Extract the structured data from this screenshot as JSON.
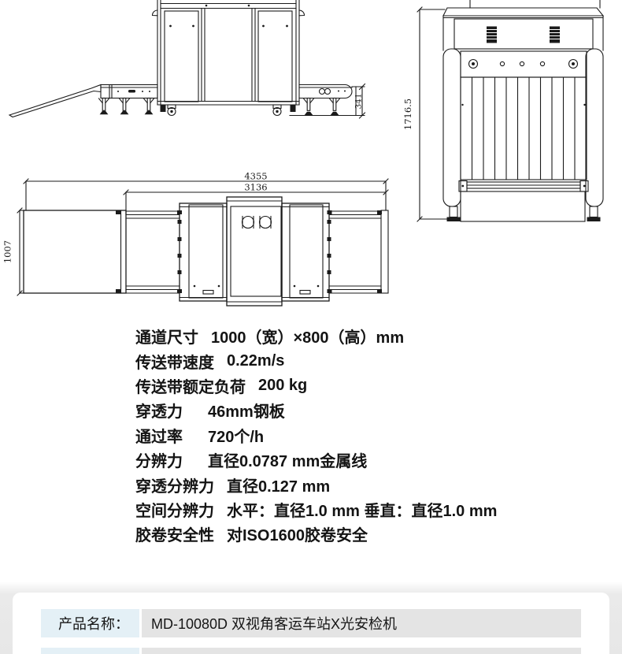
{
  "drawings": {
    "side_view": {
      "dim_341": "341"
    },
    "front_view": {
      "dim_1716_5": "1716.5"
    },
    "top_view": {
      "dim_4355": "4355",
      "dim_3136": "3136",
      "dim_1007": "1007"
    }
  },
  "specs": [
    {
      "label": "通道尺寸",
      "value": "1000（宽）×800（高）mm"
    },
    {
      "label": "传送带速度",
      "value": "0.22m/s"
    },
    {
      "label": "传送带额定负荷",
      "value": "200 kg"
    },
    {
      "label": "穿透力",
      "value": "46mm钢板"
    },
    {
      "label": "通过率",
      "value": "720个/h"
    },
    {
      "label": "分辨力",
      "value": "直径0.0787 mm金属线"
    },
    {
      "label": "穿透分辨力",
      "value": "直径0.127 mm"
    },
    {
      "label": "空间分辨力",
      "value": "水平：直径1.0 mm 垂直：直径1.0 mm"
    },
    {
      "label": "胶卷安全性",
      "value": "对ISO1600胶卷安全"
    }
  ],
  "product_table": {
    "rows": [
      {
        "label": "产品名称：",
        "value": "MD-10080D 双视角客运车站X光安检机"
      },
      {
        "label": "",
        "value": ""
      }
    ]
  },
  "colors": {
    "line": "#1b1b1b",
    "label_cell_bg": "#e4f0f6",
    "value_cell_bg": "#e4e4e4",
    "band_bg": "#e7e7e7",
    "card_bg": "#ffffff"
  }
}
